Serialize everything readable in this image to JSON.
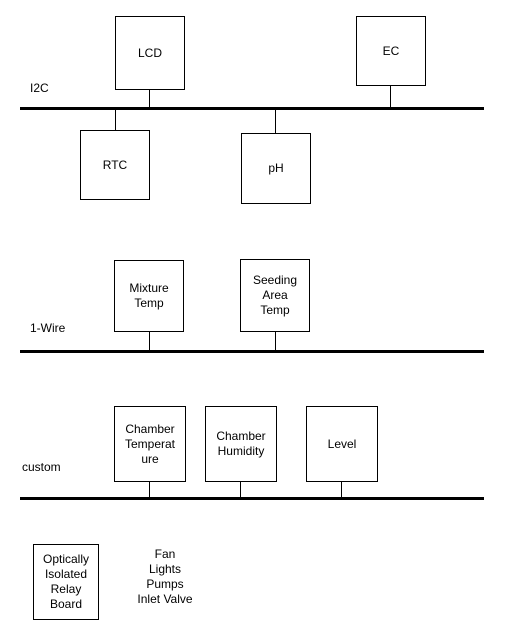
{
  "buses": {
    "i2c": {
      "label": "I2C"
    },
    "onewire": {
      "label": "1-Wire"
    },
    "custom": {
      "label": "custom"
    }
  },
  "devices": {
    "lcd": "LCD",
    "ec": "EC",
    "rtc": "RTC",
    "ph": "pH",
    "mixture_temp": "Mixture\nTemp",
    "seeding_area_temp": "Seeding\nArea\nTemp",
    "chamber_temperature": "Chamber\nTemperat\nure",
    "chamber_humidity": "Chamber\nHumidity",
    "level": "Level"
  },
  "relay_board": {
    "label": "Optically\nIsolated\nRelay\nBoard",
    "outputs": [
      "Fan",
      "Lights",
      "Pumps",
      "Inlet Valve"
    ]
  }
}
